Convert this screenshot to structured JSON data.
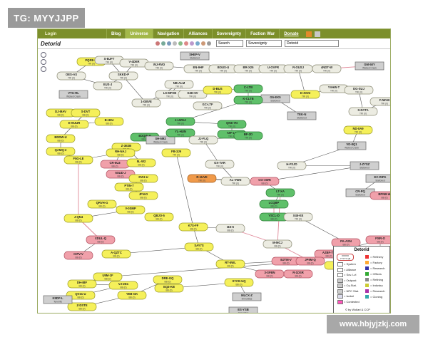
{
  "watermark_top": "TG: MYYJJPP",
  "watermark_bottom": "www.hbjyjzkj.com",
  "nav": {
    "login": "Login",
    "items": [
      "Blog",
      "Universe",
      "Navigation",
      "Alliances",
      "Sovereignty",
      "Faction War",
      "Donate"
    ]
  },
  "toolbar": {
    "title": "Detorid",
    "search_value": "Search",
    "select_mode": "Sovereignty",
    "select_region": "Detorid"
  },
  "map": {
    "nodes": [
      {
        "id": "PQRE-W",
        "sub": "TRI (0)",
        "c": "y"
      },
      {
        "id": "S-BJFT",
        "sub": "TRI (0)",
        "c": "w"
      },
      {
        "id": "V-4DER",
        "sub": "TRI (0)",
        "c": "w"
      },
      {
        "id": "WJ-RVD",
        "sub": "TRI (0)",
        "c": "w"
      },
      {
        "id": "SHEP-V",
        "sub": "Stationed",
        "c": "g"
      },
      {
        "id": "EN-9HF",
        "sub": "TRI (0)",
        "c": "w"
      },
      {
        "id": "BOUS-U",
        "sub": "TRI (0)",
        "c": "w"
      },
      {
        "id": "BR-X25",
        "sub": "TRI (0)",
        "c": "w"
      },
      {
        "id": "U-OVFR",
        "sub": "TRI (0)",
        "c": "w"
      },
      {
        "id": "R-OUSJ",
        "sub": "TRI (0)",
        "c": "w"
      },
      {
        "id": "4NDT-W",
        "sub": "TRI (0)",
        "c": "w"
      },
      {
        "id": "GM-50Y",
        "sub": "Wicked Creek",
        "c": "g"
      },
      {
        "id": "OES-AS",
        "sub": "TRI (0)",
        "c": "w"
      },
      {
        "id": "SKKD-P",
        "sub": "TRI (0)",
        "c": "w"
      },
      {
        "id": "EUS-J",
        "sub": "TRI (0)",
        "c": "w"
      },
      {
        "id": "NB-ALM",
        "sub": "TRI (0)",
        "c": "w"
      },
      {
        "id": "VTG-RL",
        "sub": "Wicked Creek",
        "c": "g"
      },
      {
        "id": "LS-MFHE",
        "sub": "TRI (0)",
        "c": "w"
      },
      {
        "id": "G3D-5V",
        "sub": "TRI (0)",
        "c": "w"
      },
      {
        "id": "D-BUS",
        "sub": "TRI (0)",
        "c": "y"
      },
      {
        "id": "C-LTB",
        "sub": "TRI (0)",
        "c": "gr"
      },
      {
        "id": "D-3VZ2",
        "sub": "TRI (0)",
        "c": "y"
      },
      {
        "id": "YVHW-T",
        "sub": "TRI (0)",
        "c": "w"
      },
      {
        "id": "DG-SUJ",
        "sub": "TRI (0)",
        "c": "w"
      },
      {
        "id": "1-GBVE",
        "sub": "TRI (0)",
        "c": "w"
      },
      {
        "id": "GC-LTF",
        "sub": "TRI (0)",
        "c": "w"
      },
      {
        "id": "G5-EK5",
        "sub": "Stationed",
        "c": "g"
      },
      {
        "id": "K-CLTB",
        "sub": "TRI (0)",
        "c": "gr"
      },
      {
        "id": "S-NYTA",
        "sub": "TRI (0)",
        "c": "w"
      },
      {
        "id": "FJWI-B",
        "sub": "TRI (0)",
        "c": "w"
      },
      {
        "id": "DJ-MAV",
        "sub": "BB (0)",
        "c": "y"
      },
      {
        "id": "S-DVT",
        "sub": "BB (0)",
        "c": "y"
      },
      {
        "id": "E-WJUR",
        "sub": "BB (0)",
        "c": "y"
      },
      {
        "id": "J-LWGA",
        "sub": "TRI (0)",
        "c": "gr"
      },
      {
        "id": "TEK-N",
        "sub": "Stationed",
        "c": "g"
      },
      {
        "id": "QKE-7N",
        "sub": "TRI (0)",
        "c": "gr"
      },
      {
        "id": "7ZF-LR",
        "sub": "TRI (0)",
        "c": "gr"
      },
      {
        "id": "ND-0A9",
        "sub": "TRI (0)",
        "c": "y"
      },
      {
        "id": "B-H3U",
        "sub": "BB (0)",
        "c": "y"
      },
      {
        "id": "BDDW-U",
        "sub": "BB (0)",
        "c": "y"
      },
      {
        "id": "EDQW-H",
        "sub": "BB (0)",
        "c": "gr"
      },
      {
        "id": "SH-5M2",
        "sub": "Wicked Creek",
        "c": "g"
      },
      {
        "id": "BF-2D",
        "sub": "TRI (0)",
        "c": "gr"
      },
      {
        "id": "YL-HUN",
        "sub": "TRI (0)",
        "c": "gr"
      },
      {
        "id": "Z-3E2B",
        "sub": "BB (0)",
        "c": "y"
      },
      {
        "id": "JJ-FLQ",
        "sub": "TRI (0)",
        "c": "w"
      },
      {
        "id": "VD-8Q1",
        "sub": "Wicked Creek",
        "c": "g"
      },
      {
        "id": "QAMQ-2",
        "sub": "BB (0)",
        "c": "y"
      },
      {
        "id": "F5G-LE",
        "sub": "BB (0)",
        "c": "y"
      },
      {
        "id": "RH-NAJ",
        "sub": "BB (0)",
        "c": "y"
      },
      {
        "id": "FB-3J9",
        "sub": "TRI (0)",
        "c": "y"
      },
      {
        "id": "CR-5U3",
        "sub": "BB (0)",
        "c": "p"
      },
      {
        "id": "5L-W2",
        "sub": "BB (0)",
        "c": "y"
      },
      {
        "id": "OX-TAR",
        "sub": "TRI (0)",
        "c": "w"
      },
      {
        "id": "AL-VWN",
        "sub": "TRI (0)",
        "c": "w"
      },
      {
        "id": "H-FSJO",
        "sub": "TRI (0)",
        "c": "w"
      },
      {
        "id": "J-ZYSZ",
        "sub": "Stationed",
        "c": "g"
      },
      {
        "id": "5SUD-J",
        "sub": "BB (0)",
        "c": "p"
      },
      {
        "id": "DVH-U",
        "sub": "BB (0)",
        "c": "y"
      },
      {
        "id": "R-1UVE",
        "sub": "TRI (0)",
        "c": "o"
      },
      {
        "id": "CO-AWN",
        "sub": "BB (0)",
        "c": "p"
      },
      {
        "id": "EC-RIPA",
        "sub": "Stationed",
        "c": "g"
      },
      {
        "id": "PTIN-7",
        "sub": "BB (0)",
        "c": "y"
      },
      {
        "id": "JFN-D",
        "sub": "BB (0)",
        "c": "y"
      },
      {
        "id": "LT-XA",
        "sub": "TRI (0)",
        "c": "gr"
      },
      {
        "id": "CR-PQ",
        "sub": "Stationed",
        "c": "g"
      },
      {
        "id": "BPNB-W",
        "sub": "BB (0)",
        "c": "p"
      },
      {
        "id": "QRVH-G",
        "sub": "BB (0)",
        "c": "y"
      },
      {
        "id": "V-0SMP",
        "sub": "BB (0)",
        "c": "y"
      },
      {
        "id": "LCQBP",
        "sub": "BB (0)",
        "c": "gr"
      },
      {
        "id": "J-QN4",
        "sub": "BB (0)",
        "c": "y"
      },
      {
        "id": "QBJO-5",
        "sub": "BB (0)",
        "c": "y"
      },
      {
        "id": "K7S-FF",
        "sub": "BB (0)",
        "c": "y"
      },
      {
        "id": "I4S-5",
        "sub": "BB (0)",
        "c": "w"
      },
      {
        "id": "YSCL-D",
        "sub": "BB (0)",
        "c": "gr"
      },
      {
        "id": "X45-KE",
        "sub": "TRI (0)",
        "c": "w"
      },
      {
        "id": "XDUL-Q",
        "sub": "BB (0)",
        "c": "p"
      },
      {
        "id": "CIPV-V",
        "sub": "BB (0)",
        "c": "p"
      },
      {
        "id": "A-QZTC",
        "sub": "BB (0)",
        "c": "y"
      },
      {
        "id": "SAY7S",
        "sub": "BB (0)",
        "c": "y"
      },
      {
        "id": "M-MCJ",
        "sub": "BB (0)",
        "c": "w"
      },
      {
        "id": "PA-ASN",
        "sub": "BB (0)",
        "c": "p"
      },
      {
        "id": "AZBF-TC",
        "sub": "BB (0)",
        "c": "p"
      },
      {
        "id": "F0IR-O",
        "sub": "BB (0)",
        "c": "p"
      },
      {
        "id": "E-BPN",
        "sub": "BB (0)",
        "c": "y"
      },
      {
        "id": "FK68-S",
        "sub": "BB (0)",
        "c": "p"
      },
      {
        "id": "RT-5WL",
        "sub": "BB (0)",
        "c": "y"
      },
      {
        "id": "3-SFBN",
        "sub": "BB (0)",
        "c": "p"
      },
      {
        "id": "R-1DSR",
        "sub": "BB (0)",
        "c": "p"
      },
      {
        "id": "BJTM-V",
        "sub": "BB (0)",
        "c": "p"
      },
      {
        "id": "JP9M-Q",
        "sub": "BB (0)",
        "c": "p"
      },
      {
        "id": "U5M-1F",
        "sub": "BB (0)",
        "c": "y"
      },
      {
        "id": "DH-IBF",
        "sub": "BB (0)",
        "c": "y"
      },
      {
        "id": "VJ-ZE1",
        "sub": "BB (0)",
        "c": "y"
      },
      {
        "id": "QV21-U",
        "sub": "BB (0)",
        "c": "y"
      },
      {
        "id": "YEB-GK",
        "sub": "BB (0)",
        "c": "y"
      },
      {
        "id": "DRE-GQ",
        "sub": "BB (0)",
        "c": "y"
      },
      {
        "id": "Z-DSTE",
        "sub": "BB (0)",
        "c": "y"
      },
      {
        "id": "EQ3-KB",
        "sub": "BB (0)",
        "c": "y"
      },
      {
        "id": "SYCE-UQ",
        "sub": "BB (0)",
        "c": "y"
      },
      {
        "id": "MLCX-Z",
        "sub": "Immunitas",
        "c": "g"
      },
      {
        "id": "ES-YSB",
        "sub": "Immunitas",
        "c": "g"
      },
      {
        "id": "K5DP-L",
        "sub": "Tenerifis",
        "c": "g"
      }
    ]
  },
  "legend": {
    "title": "Detorid",
    "system_sample_name": "XXXXX",
    "system_sample_sub": "YYYYY (Z)",
    "left_items": [
      "= System",
      "= Alliance",
      "= Sov. Lvl",
      "= Outpost",
      "= Cq Stat.",
      "= NPC Stat.",
      "= Isebel",
      "= Contested"
    ],
    "right_items": [
      "= Refinery",
      "= Factory",
      "= Research",
      "= Offices",
      "= Refining",
      "= Industry",
      "= Research",
      "= Cloning"
    ],
    "credit": "© by Wollari & CCP"
  }
}
